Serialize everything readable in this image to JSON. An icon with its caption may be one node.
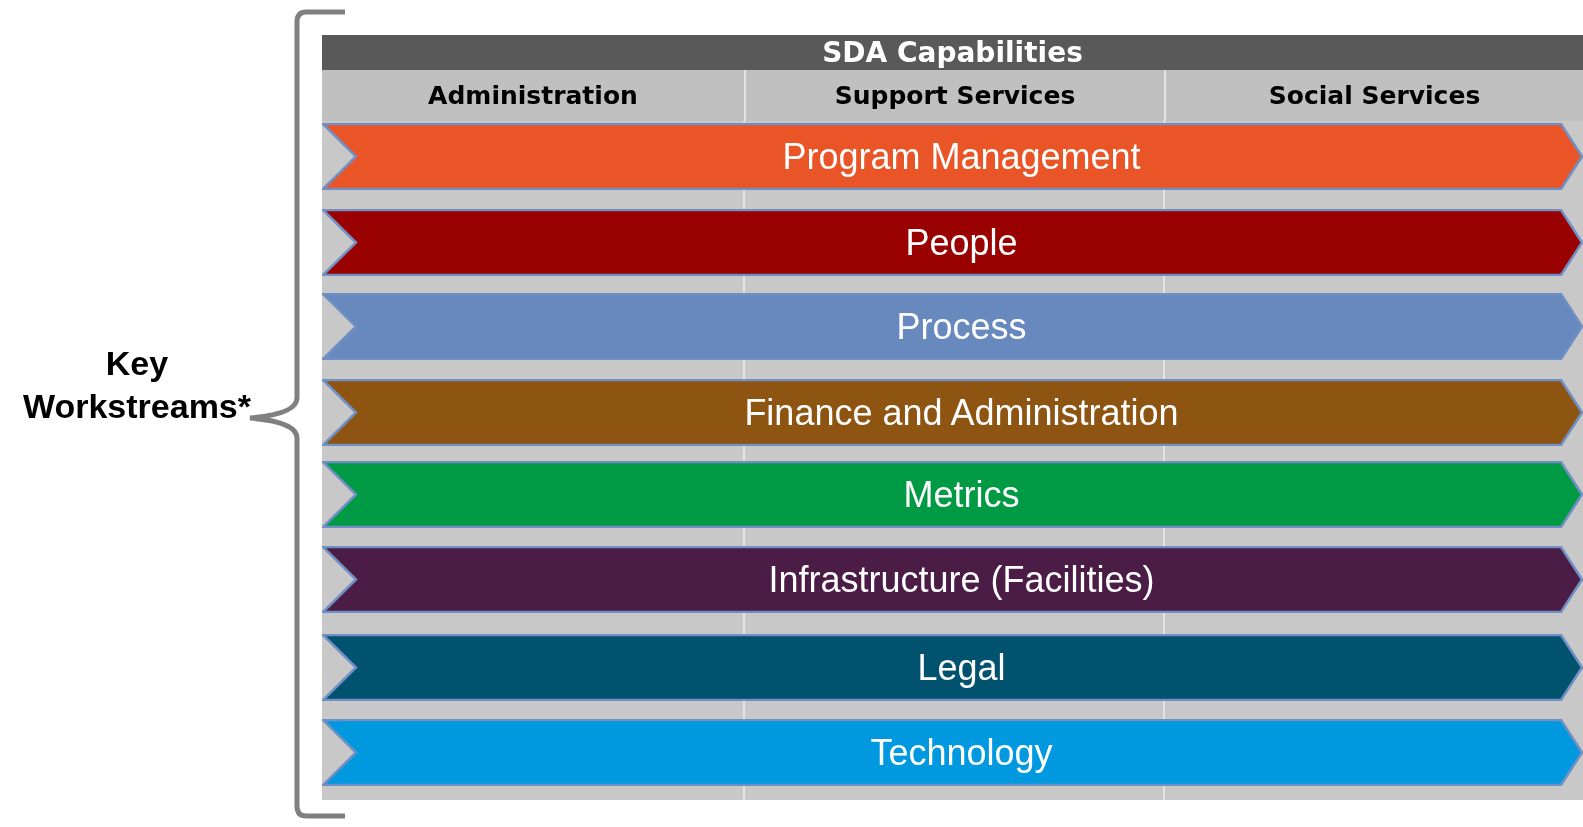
{
  "diagram": {
    "nodes": [
      {
        "text": [
          "SDA Capabilities"
        ]
      },
      {
        "text": [
          "Administration"
        ]
      },
      {
        "text": [
          "Support Services"
        ]
      },
      {
        "text": [
          "Social Services"
        ]
      },
      {
        "text": [
          "Program Management"
        ]
      },
      {
        "text": [
          "People"
        ]
      },
      {
        "text": [
          "Process"
        ]
      },
      {
        "text": [
          "Finance and Administration"
        ]
      },
      {
        "text": [
          "Metrics"
        ]
      },
      {
        "text": [
          "Infrastructure (Facilities)"
        ]
      },
      {
        "text": [
          "Legal"
        ]
      },
      {
        "text": [
          "Technology"
        ]
      }
    ],
    "labels": [
      "Key Workstreams*"
    ]
  }
}
